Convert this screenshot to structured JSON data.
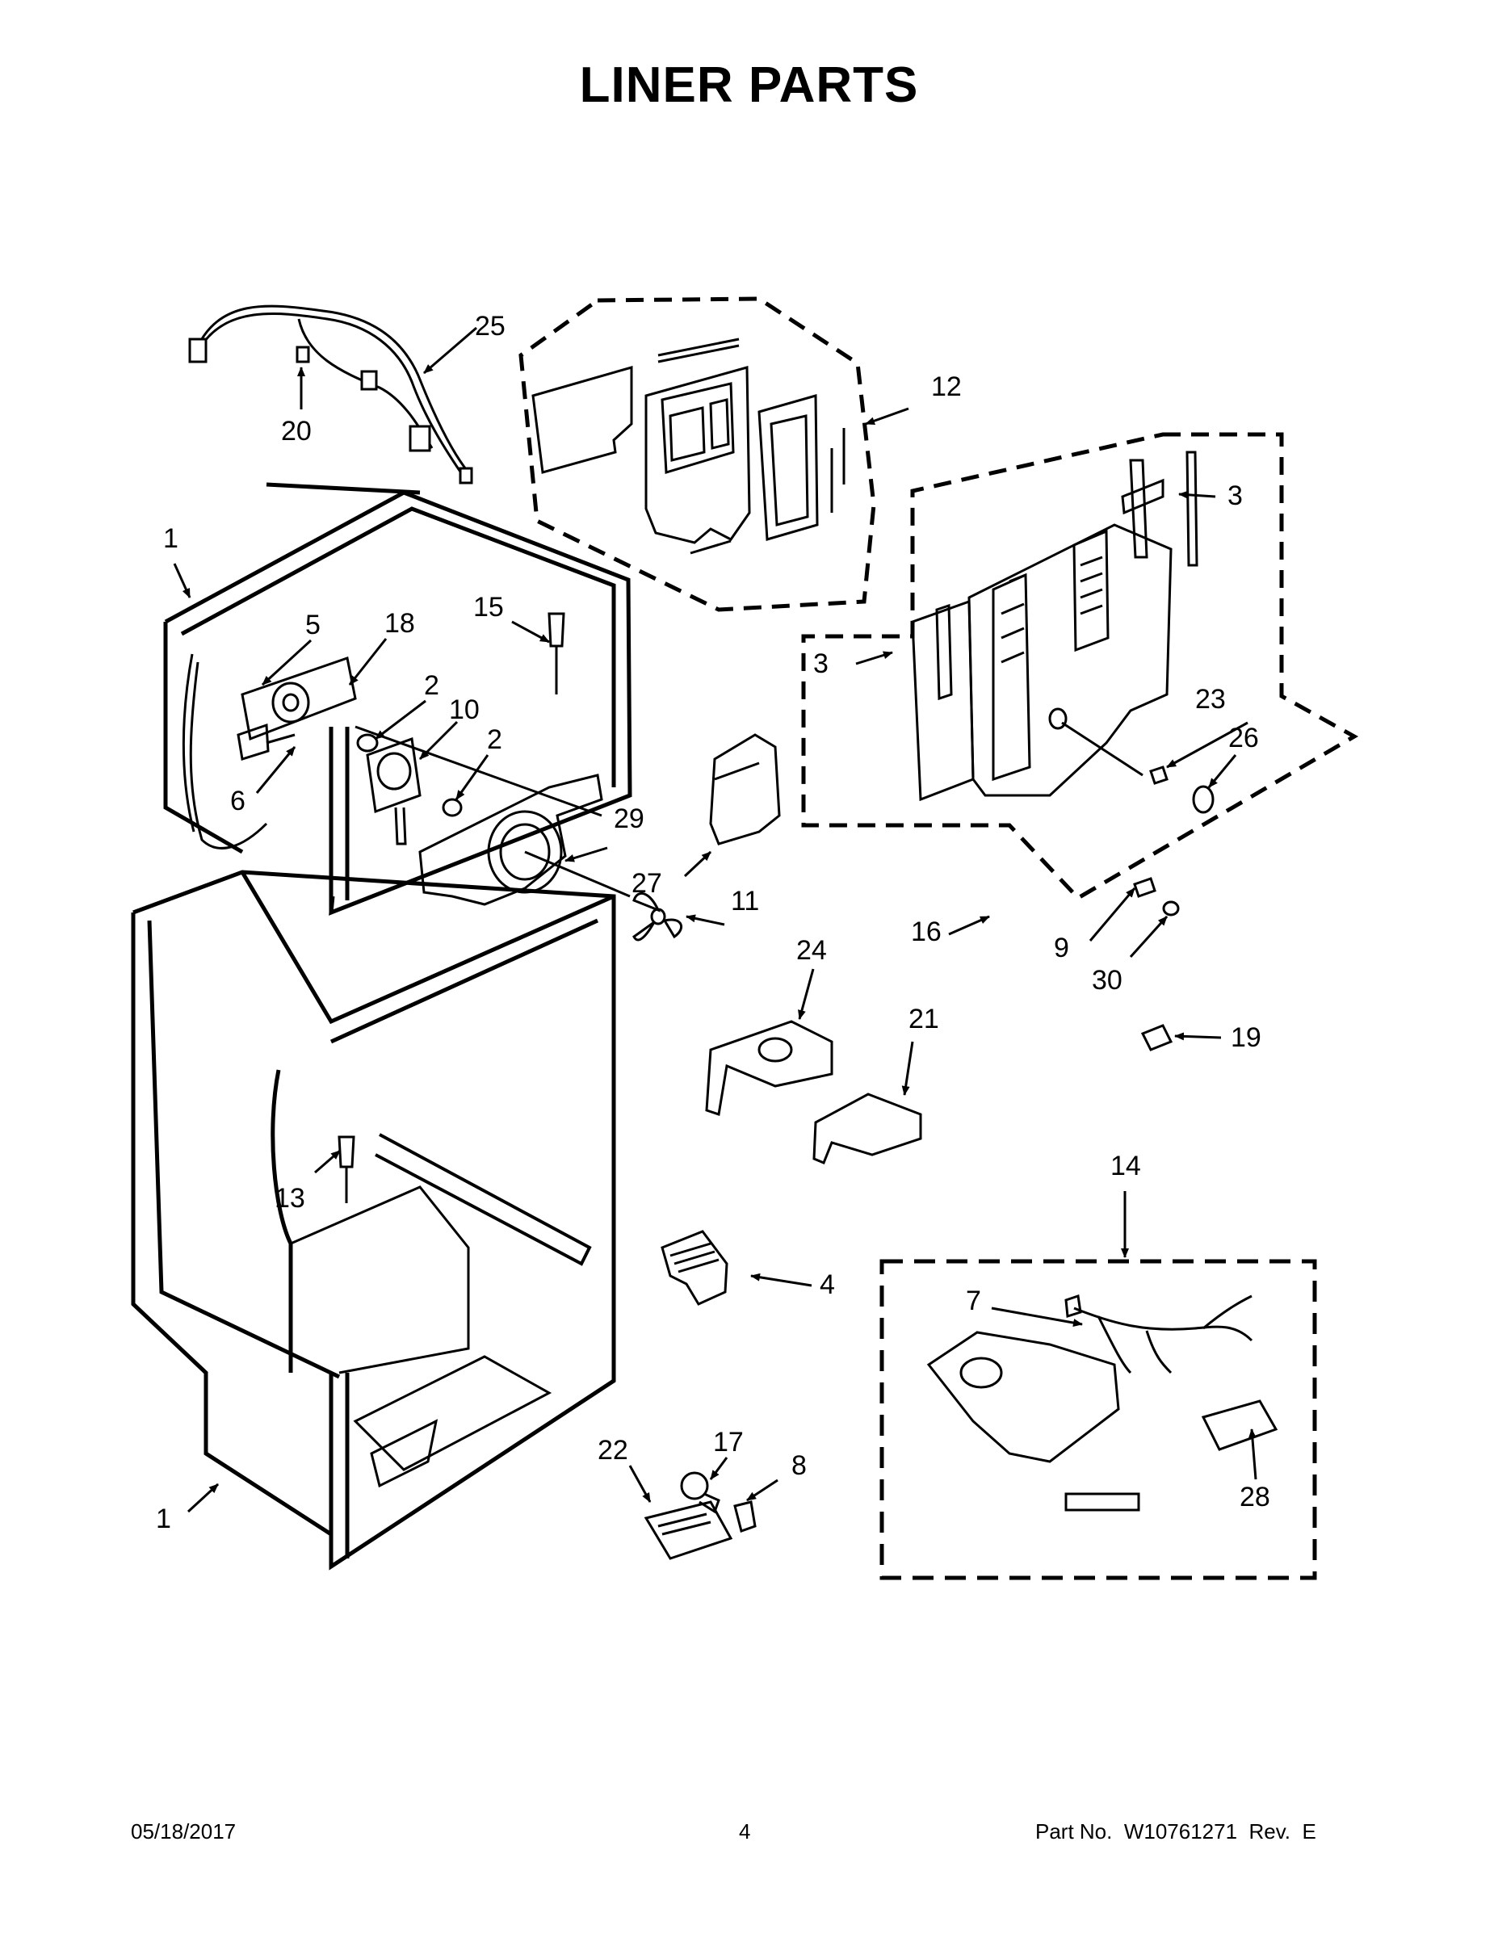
{
  "title": "LINER PARTS",
  "footer": {
    "date": "05/18/2017",
    "page": "4",
    "part_number": "Part No.  W10761271  Rev.  E"
  },
  "callouts": {
    "c1a": "1",
    "c1b": "1",
    "c2a": "2",
    "c2b": "2",
    "c3a": "3",
    "c3b": "3",
    "c4": "4",
    "c5": "5",
    "c6": "6",
    "c7": "7",
    "c8": "8",
    "c9": "9",
    "c10": "10",
    "c11": "11",
    "c12": "12",
    "c13": "13",
    "c14": "14",
    "c15": "15",
    "c16": "16",
    "c17": "17",
    "c18": "18",
    "c19": "19",
    "c20": "20",
    "c21": "21",
    "c22": "22",
    "c23": "23",
    "c24": "24",
    "c25": "25",
    "c26": "26",
    "c27": "27",
    "c28": "28",
    "c29": "29",
    "c30": "30"
  }
}
